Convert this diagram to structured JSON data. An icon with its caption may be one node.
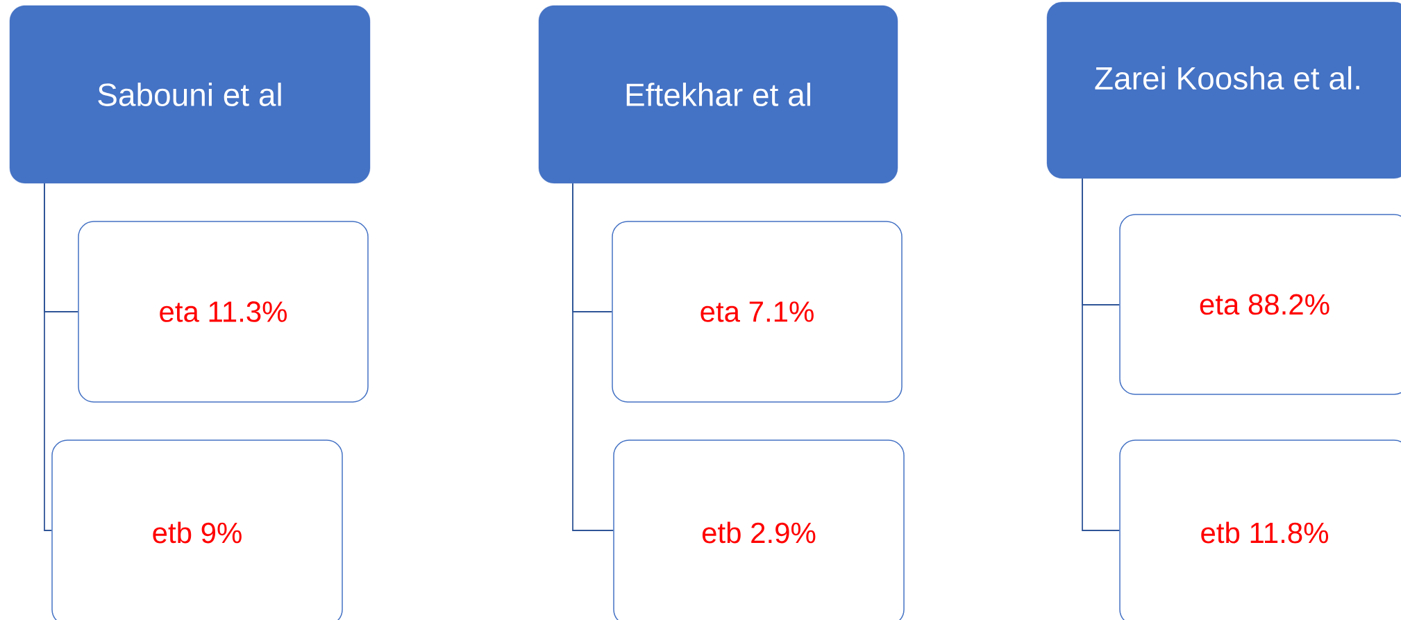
{
  "diagram": {
    "nodes": [
      {
        "text": [
          "Sabouni et al"
        ]
      },
      {
        "text": [
          "eta 11.3%"
        ]
      },
      {
        "text": [
          "etb 9%"
        ]
      },
      {
        "text": [
          "Eftekhar et al"
        ]
      },
      {
        "text": [
          "eta 7.1%"
        ]
      },
      {
        "text": [
          "etb 2.9%"
        ]
      },
      {
        "text": [
          "Zarei Koosha et al."
        ]
      },
      {
        "text": [
          "eta 88.2%"
        ]
      },
      {
        "text": [
          "etb 11.8%"
        ]
      }
    ],
    "edges": [
      {
        "from": 0,
        "to": 1,
        "arrow": "none"
      },
      {
        "from": 0,
        "to": 2,
        "arrow": "none"
      },
      {
        "from": 3,
        "to": 4,
        "arrow": "none"
      },
      {
        "from": 3,
        "to": 5,
        "arrow": "none"
      },
      {
        "from": 6,
        "to": 7,
        "arrow": "none"
      },
      {
        "from": 6,
        "to": 8,
        "arrow": "none"
      }
    ]
  }
}
